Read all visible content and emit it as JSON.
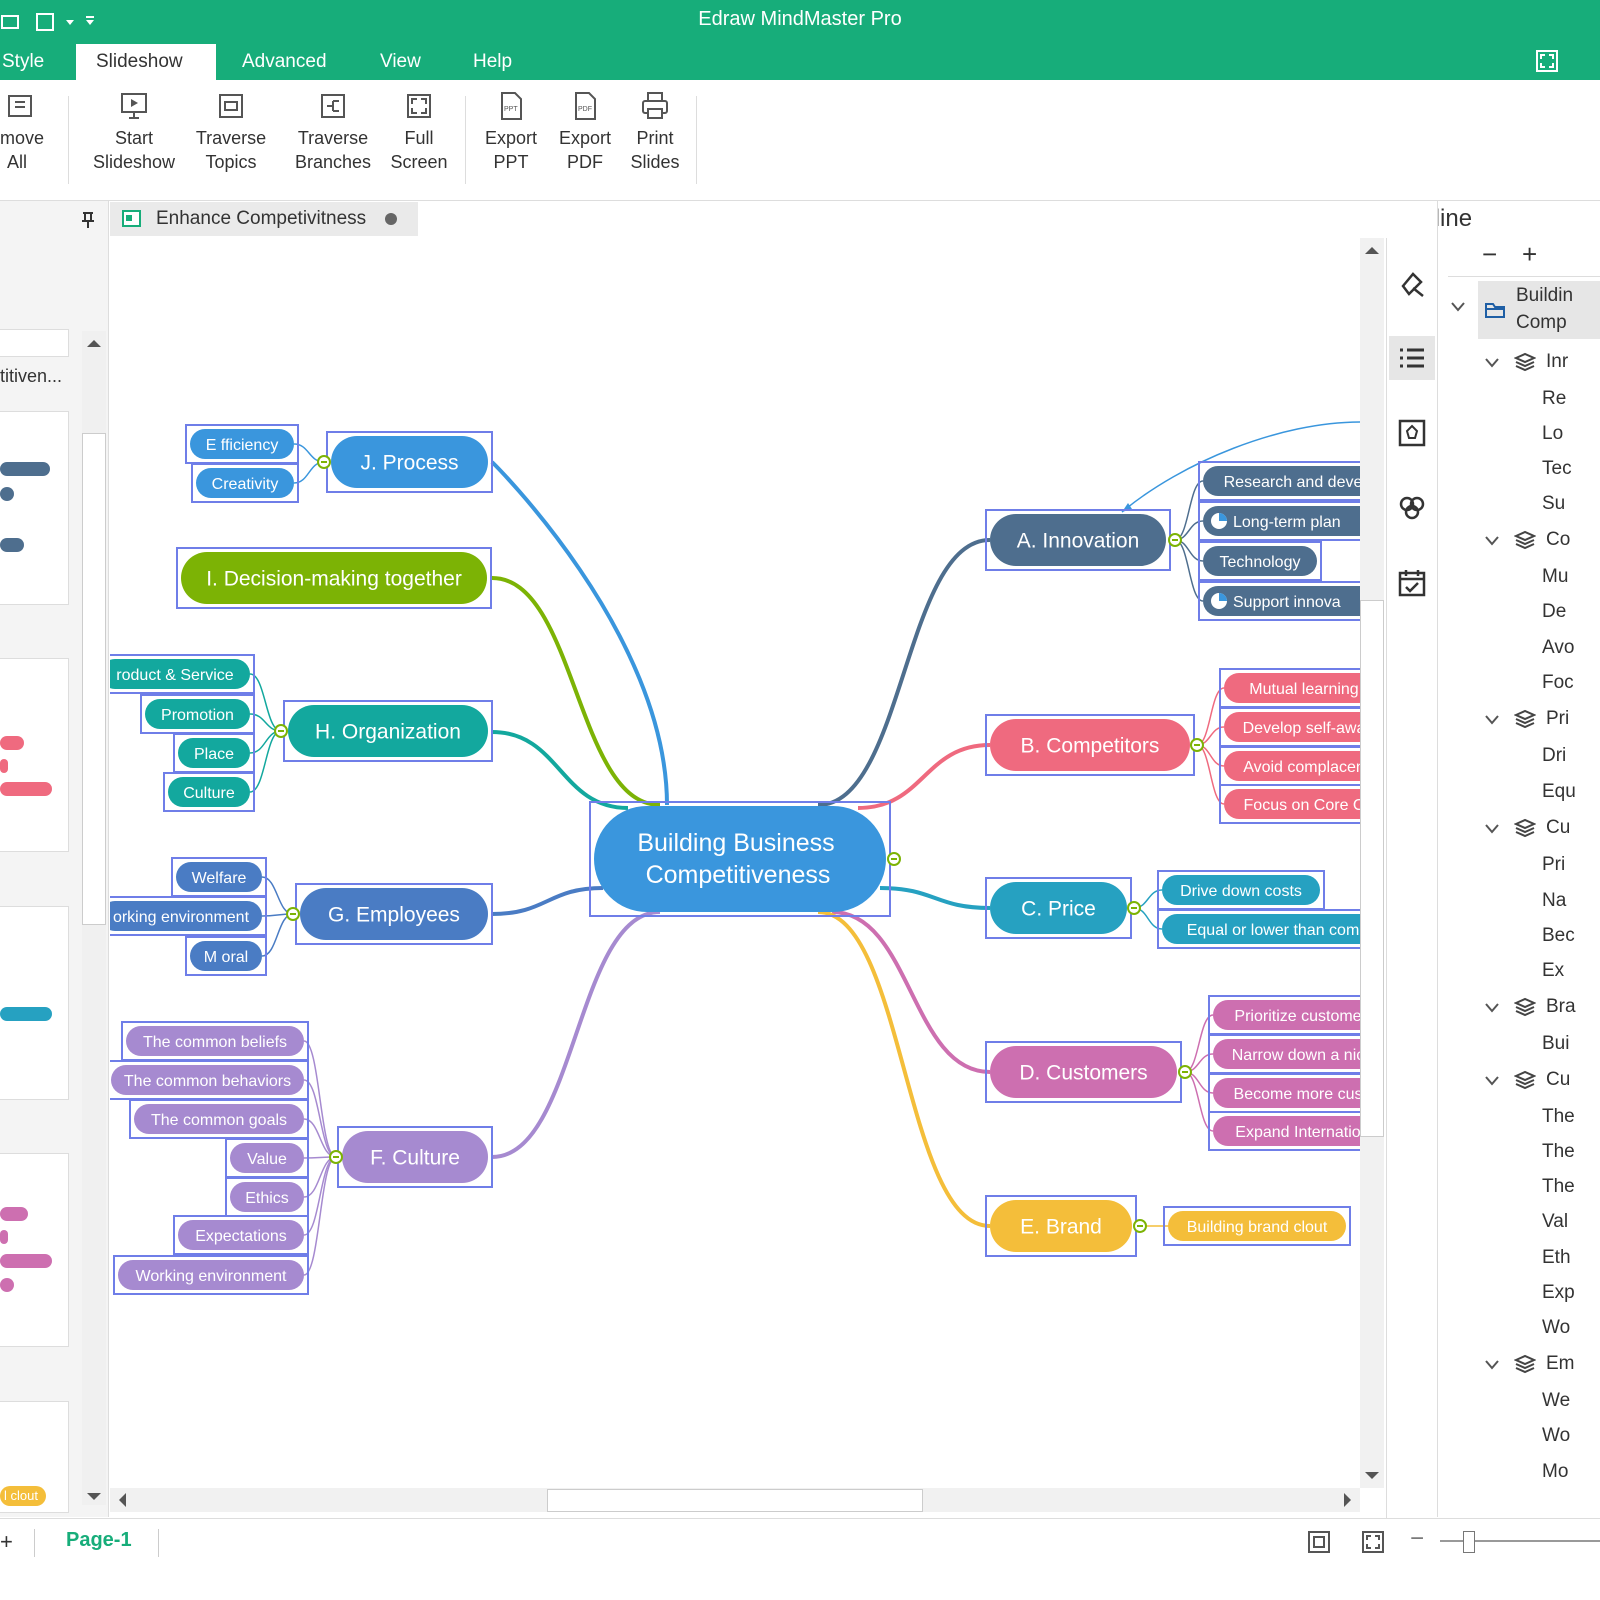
{
  "app": {
    "title": "Edraw MindMaster Pro"
  },
  "menu_tabs": [
    "Style",
    "Slideshow",
    "Advanced",
    "View",
    "Help"
  ],
  "active_tab": "Slideshow",
  "ribbon": {
    "remove_all": [
      "emove",
      "All"
    ],
    "start_slideshow": [
      "Start",
      "Slideshow"
    ],
    "traverse_topics": [
      "Traverse",
      "Topics"
    ],
    "traverse_branches": [
      "Traverse",
      "Branches"
    ],
    "full_screen": [
      "Full",
      "Screen"
    ],
    "export_ppt": [
      "Export",
      "PPT"
    ],
    "export_pdf": [
      "Export",
      "PDF"
    ],
    "print_slides": [
      "Print",
      "Slides"
    ]
  },
  "document_tab": "Enhance Competivitness",
  "left_pane": {
    "file_label": "titiven...",
    "clout": "l clout"
  },
  "mindmap": {
    "root": "Building Business Competitiveness",
    "root_lines": [
      "Building Business",
      "Competitiveness"
    ],
    "colors": {
      "process": "#3a96dd",
      "decision": "#7cb305",
      "organization": "#13a89e",
      "employees": "#4a7cc4",
      "culture": "#a68ad0",
      "innovation": "#4e6e8e",
      "competitors": "#ef6a7f",
      "price": "#26a1c1",
      "customers": "#cd6fb0",
      "brand": "#f4be3a",
      "root": "#3a96dd"
    },
    "branches": {
      "process": {
        "label": "J. Process",
        "children": [
          "E fficiency",
          "Creativity"
        ]
      },
      "decision": {
        "label": "I. Decision-making together"
      },
      "organization": {
        "label": "H. Organization",
        "children": [
          "roduct & Service",
          "Promotion",
          "Place",
          "Culture"
        ]
      },
      "employees": {
        "label": "G. Employees",
        "children": [
          "Welfare",
          "orking environment",
          "M oral"
        ]
      },
      "culture": {
        "label": "F. Culture",
        "children": [
          "The common beliefs",
          "The common behaviors",
          "The common goals",
          "Value",
          "Ethics",
          "Expectations",
          "Working environment"
        ]
      },
      "innovation": {
        "label": "A. Innovation",
        "children": [
          "Research and deve",
          "Long-term plan",
          "Technology",
          "Support innova"
        ]
      },
      "competitors": {
        "label": "B. Competitors",
        "children": [
          "Mutual learning",
          "Develop self-awa",
          "Avoid complacen",
          "Focus on Core C"
        ]
      },
      "price": {
        "label": "C. Price",
        "children": [
          "Drive down costs",
          "Equal or lower than com"
        ]
      },
      "customers": {
        "label": "D. Customers",
        "children": [
          "Prioritize custome",
          "Narrow down a nic",
          "Become more cus",
          "Expand Internatio"
        ]
      },
      "brand": {
        "label": "E. Brand",
        "children": [
          "Building brand clout"
        ]
      }
    }
  },
  "outline": {
    "title": "Outline",
    "collapse": "−",
    "expand": "+",
    "items": [
      [
        "Buildin",
        "Comp"
      ],
      "Inr",
      "Re",
      "Lo",
      "Tec",
      "Su",
      "Co",
      "Mu",
      "De",
      "Avo",
      "Foc",
      "Pri",
      "Dri",
      "Equ",
      "Cu",
      "Pri",
      "Na",
      "Bec",
      "Ex",
      "Bra",
      "Bui",
      "Cu",
      "The",
      "The",
      "The",
      "Val",
      "Eth",
      "Exp",
      "Wo",
      "Em",
      "We",
      "Wo",
      "Mo"
    ]
  },
  "status": {
    "page": "Page-1",
    "minus": "−"
  }
}
